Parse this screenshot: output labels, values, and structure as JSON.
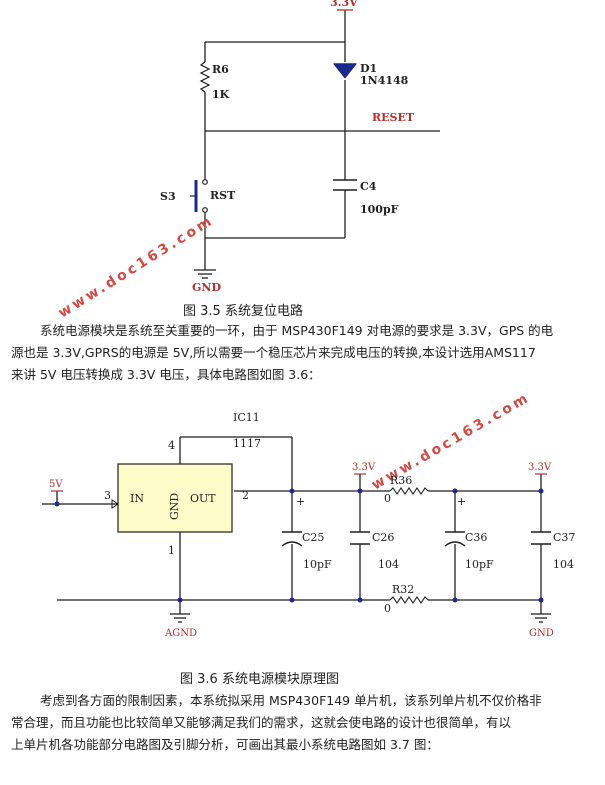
{
  "fig35": {
    "top_label": "3.3V",
    "r6_name": "R6",
    "r6_value": "1K",
    "d1_name": "D1",
    "d1_value": "1N4148",
    "reset_label": "RESET",
    "c4_name": "C4",
    "c4_value": "100pF",
    "s3_name": "S3",
    "s3_value": "RST",
    "gnd_label": "GND",
    "caption": "图 3.5 系统复位电路"
  },
  "para1": {
    "lines": [
      "系统电源模块是系统至关重要的一环，由于 MSP430F149 对电源的要求是 3.3V，GPS 的电",
      "源也是 3.3V,GPRS的电源是 5V,所以需要一个稳压芯片来完成电压的转换,本设计选用AMS117",
      "来讲 5V 电压转换成 3.3V 电压，具体电路图如图 3.6："
    ]
  },
  "fig36": {
    "ic_name": "IC11",
    "ic_value": "1117",
    "pin4": "4",
    "pin3": "3",
    "pin2": "2",
    "pin1": "1",
    "in_label": "IN",
    "out_label": "OUT",
    "gnd_pin_label": "GND",
    "input_5v": "5V",
    "vout1": "3.3V",
    "vout2": "3.3V",
    "r36_name": "R36",
    "r36_value": "0",
    "r32_name": "R32",
    "r32_value": "0",
    "c25_name": "C25",
    "c25_value": "10pF",
    "c26_name": "C26",
    "c26_value": "104",
    "c36_name": "C36",
    "c36_value": "10pF",
    "c37_name": "C37",
    "c37_value": "104",
    "agnd_label": "AGND",
    "gnd_label": "GND",
    "caption": "图 3.6 系统电源模块原理图"
  },
  "para2": {
    "lines": [
      "考虑到各方面的限制因素，本系统拟采用 MSP430F149 单片机，该系列单片机不仅价格非",
      "常合理，而且功能也比较简单又能够满足我们的需求，这就会使电路的设计也很简单，有以",
      "上单片机各功能部分电路图及引脚分析，可画出其最小系统电路图如 3.7 图："
    ]
  },
  "watermark": {
    "text1": "www.doc163.com",
    "text2": "www.doc163.com"
  },
  "colors": {
    "wire": "#1f1f1f",
    "net_label": "#b5302b",
    "ic_fill": "#fdfbc8",
    "diode": "#1b2a8a",
    "watermark": "#cf4b44"
  }
}
